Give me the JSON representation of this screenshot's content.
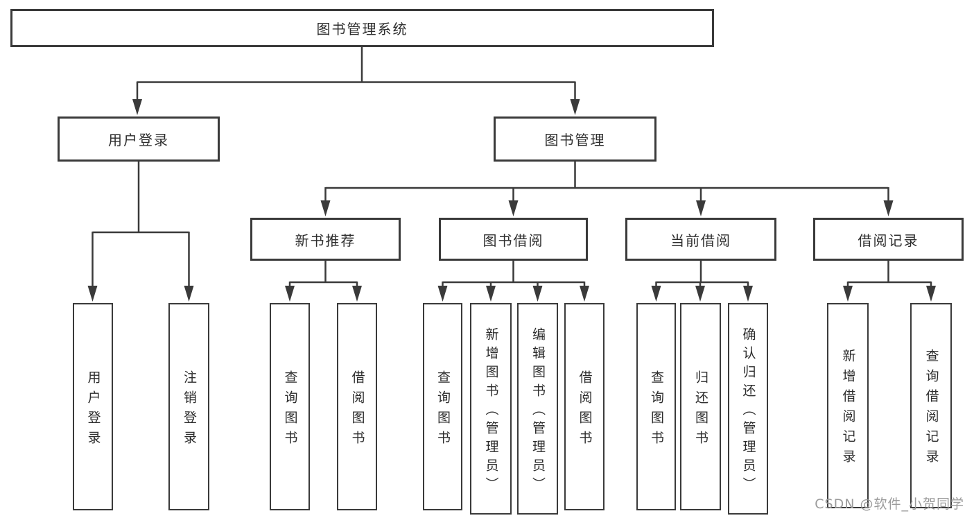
{
  "diagram": {
    "root": "图书管理系统",
    "branches": [
      {
        "label": "用户登录",
        "children": [
          "用户登录",
          "注销登录"
        ]
      },
      {
        "label": "图书管理",
        "children": [
          {
            "label": "新书推荐",
            "children": [
              "查询图书",
              "借阅图书"
            ]
          },
          {
            "label": "图书借阅",
            "children": [
              "查询图书",
              "新增图书（管理员）",
              "编辑图书（管理员）",
              "借阅图书"
            ]
          },
          {
            "label": "当前借阅",
            "children": [
              "查询图书",
              "归还图书",
              "确认归还（管理员）"
            ]
          },
          {
            "label": "借阅记录",
            "children": [
              "新增借阅记录",
              "查询借阅记录"
            ]
          }
        ]
      }
    ]
  },
  "watermark": "CSDN @软件_小贺同学",
  "colors": {
    "line": "#3a3a3a",
    "text": "#2d2d2d",
    "box_fill": "#ffffff",
    "watermark": "#9b9b9b",
    "background": "#ffffff"
  }
}
